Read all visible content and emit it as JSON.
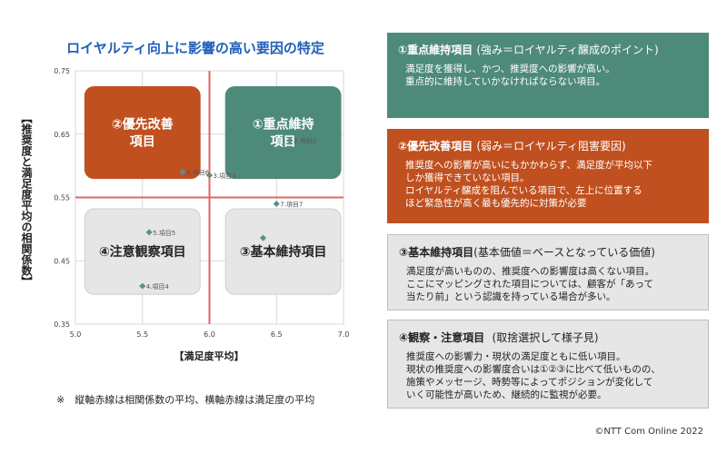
{
  "chart_title": "ロイヤルティ向上に影響の高い要因の特定",
  "y_axis_label": "【推奨度と満足度平均の相関係数】",
  "x_axis_label": "【満足度平均】",
  "footnote": "※　縦軸赤線は相関係数の平均、横軸赤線は満足度の平均",
  "copyright": "©NTT Com Online 2022",
  "chart_data": {
    "type": "scatter",
    "xlim": [
      5.0,
      7.0
    ],
    "ylim": [
      0.35,
      0.75
    ],
    "x_ticks": [
      "5.0",
      "5.5",
      "6.0",
      "6.5",
      "7.0"
    ],
    "y_ticks": [
      "0.35",
      "0.45",
      "0.55",
      "0.65",
      "0.75"
    ],
    "grid": true,
    "mean_lines": {
      "x": 6.0,
      "y": 0.55
    },
    "points": [
      {
        "label": "2.項目2",
        "x": 6.6,
        "y": 0.64
      },
      {
        "label": "3.項目3",
        "x": 6.0,
        "y": 0.585
      },
      {
        "label": "4.項目4",
        "x": 5.5,
        "y": 0.41
      },
      {
        "label": "5.項目5",
        "x": 5.55,
        "y": 0.495
      },
      {
        "label": "6.項目6",
        "x": 5.8,
        "y": 0.59
      },
      {
        "label": "7.項目7",
        "x": 6.5,
        "y": 0.54
      },
      {
        "label": "",
        "x": 6.4,
        "y": 0.486
      }
    ],
    "quadrants": [
      {
        "name": "q2",
        "label": "②優先改善\n項目",
        "fill": "#c0501f",
        "text": "#ffffff",
        "x0": 5.07,
        "x1": 5.93,
        "y0": 0.58,
        "y1": 0.725
      },
      {
        "name": "q1",
        "label": "①重点維持\n項目",
        "fill": "#4e8a7a",
        "text": "#ffffff",
        "x0": 6.12,
        "x1": 6.98,
        "y0": 0.58,
        "y1": 0.725
      },
      {
        "name": "q4",
        "label": "④注意観察項目",
        "fill": "#e6e6e6",
        "text": "#222222",
        "x0": 5.07,
        "x1": 5.93,
        "y0": 0.397,
        "y1": 0.532
      },
      {
        "name": "q3",
        "label": "③基本維持項目",
        "fill": "#e6e6e6",
        "text": "#222222",
        "x0": 6.12,
        "x1": 6.98,
        "y0": 0.397,
        "y1": 0.532
      }
    ]
  },
  "panels": {
    "p1": {
      "title": "①重点維持項目",
      "subtitle": "(強み＝ロイヤルティ醸成のポイント)",
      "lines": [
        "満足度を獲得し、かつ、推奨度への影響が高い。",
        "重点的に維持していかなければならない項目。"
      ]
    },
    "p2": {
      "title": "②優先改善項目",
      "subtitle": "(弱み＝ロイヤルティ阻害要因)",
      "lines": [
        "推奨度への影響が高いにもかかわらず、満足度が平均以下",
        "しか獲得できていない項目。",
        "ロイヤルティ醸成を阻んでいる項目で、左上に位置する",
        "ほど緊急性が高く最も優先的に対策が必要"
      ]
    },
    "p3": {
      "title": "③基本維持項目",
      "subtitle": "(基本価値＝ベースとなっている価値)",
      "lines": [
        "満足度が高いものの、推奨度への影響度は高くない項目。",
        "ここにマッピングされた項目については、顧客が「あって",
        "当たり前」という認識を持っている場合が多い。"
      ]
    },
    "p4": {
      "title": "④観察・注意項目",
      "subtitle": "(取捨選択して様子見)",
      "lines": [
        "推奨度への影響力・現状の満足度ともに低い項目。",
        "現状の推奨度への影響度合いは①②③に比べて低いものの、",
        "施策やメッセージ、時勢等によってポジションが変化して",
        "いく可能性が高いため、継続的に監視が必要。"
      ]
    }
  },
  "colors": {
    "accent_green": "#4e8a7a",
    "accent_orange": "#c0501f",
    "mean_line": "#e06666",
    "title_blue": "#1f5fb8"
  }
}
